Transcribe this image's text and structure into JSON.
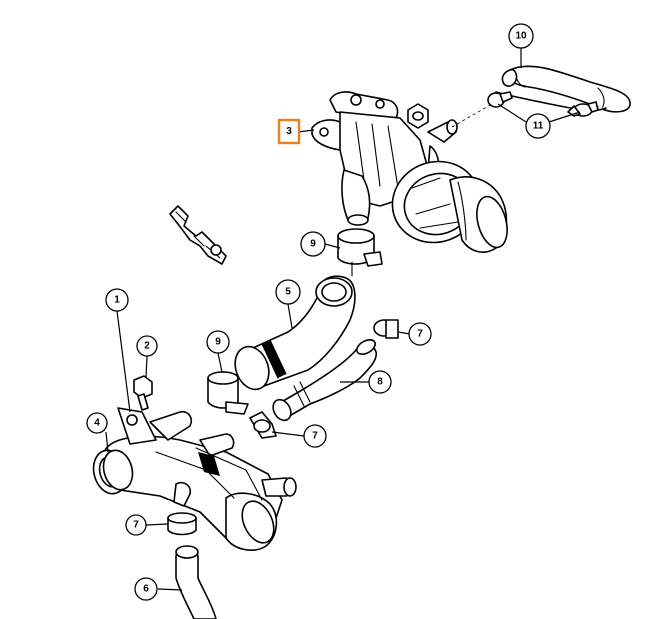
{
  "highlight_color": "#f07c1c",
  "callouts": {
    "c1": "1",
    "c2": "2",
    "c3": "3",
    "c4": "4",
    "c5": "5",
    "c6": "6",
    "c7a": "7",
    "c7b": "7",
    "c7c": "7",
    "c8": "8",
    "c9a": "9",
    "c9b": "9",
    "c10": "10",
    "c11": "11"
  },
  "selected_callout": "3"
}
